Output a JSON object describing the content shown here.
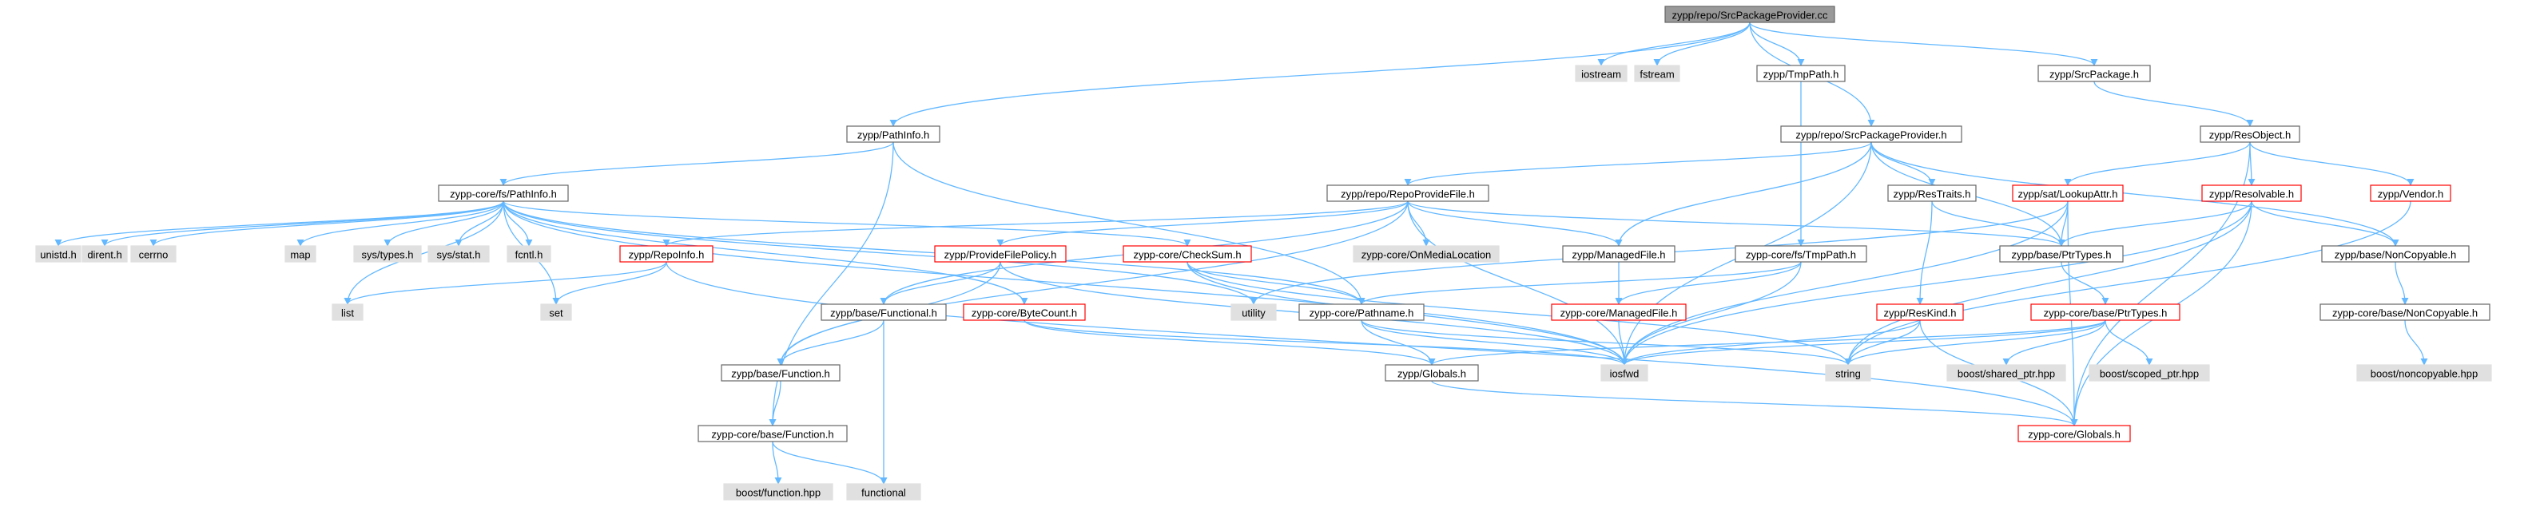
{
  "colors": {
    "edge": "#63b8ff",
    "root_fill": "#999999",
    "root_stroke": "#666666",
    "normal_fill": "#ffffff",
    "normal_stroke": "#666666",
    "external_fill": "#e0e0e0",
    "external_stroke": "#e0e0e0",
    "truncated_stroke": "#ff0000",
    "text": "#000000"
  },
  "nodes": [
    {
      "id": "root",
      "label": "zypp/repo/SrcPackageProvider.cc",
      "kind": "root"
    },
    {
      "id": "iostream",
      "label": "iostream",
      "kind": "external"
    },
    {
      "id": "fstream",
      "label": "fstream",
      "kind": "external"
    },
    {
      "id": "tmppath",
      "label": "zypp/TmpPath.h",
      "kind": "normal"
    },
    {
      "id": "srcpackage",
      "label": "zypp/SrcPackage.h",
      "kind": "normal"
    },
    {
      "id": "pathinfo",
      "label": "zypp/PathInfo.h",
      "kind": "normal"
    },
    {
      "id": "srcpackageprovider_h",
      "label": "zypp/repo/SrcPackageProvider.h",
      "kind": "normal"
    },
    {
      "id": "resobject",
      "label": "zypp/ResObject.h",
      "kind": "normal"
    },
    {
      "id": "fs_pathinfo",
      "label": "zypp-core/fs/PathInfo.h",
      "kind": "normal"
    },
    {
      "id": "repoprovidefile",
      "label": "zypp/repo/RepoProvideFile.h",
      "kind": "normal"
    },
    {
      "id": "restraits",
      "label": "zypp/ResTraits.h",
      "kind": "normal"
    },
    {
      "id": "lookupattr",
      "label": "zypp/sat/LookupAttr.h",
      "kind": "truncated"
    },
    {
      "id": "resolvable",
      "label": "zypp/Resolvable.h",
      "kind": "truncated"
    },
    {
      "id": "vendor",
      "label": "zypp/Vendor.h",
      "kind": "truncated"
    },
    {
      "id": "unistd",
      "label": "unistd.h",
      "kind": "external"
    },
    {
      "id": "dirent",
      "label": "dirent.h",
      "kind": "external"
    },
    {
      "id": "cerrno",
      "label": "cerrno",
      "kind": "external"
    },
    {
      "id": "map",
      "label": "map",
      "kind": "external"
    },
    {
      "id": "systypes",
      "label": "sys/types.h",
      "kind": "external"
    },
    {
      "id": "sysstat",
      "label": "sys/stat.h",
      "kind": "external"
    },
    {
      "id": "fcntl",
      "label": "fcntl.h",
      "kind": "external"
    },
    {
      "id": "repoinfo",
      "label": "zypp/RepoInfo.h",
      "kind": "truncated"
    },
    {
      "id": "providefilepolicy",
      "label": "zypp/ProvideFilePolicy.h",
      "kind": "truncated"
    },
    {
      "id": "checksum",
      "label": "zypp-core/CheckSum.h",
      "kind": "truncated"
    },
    {
      "id": "onmedialocation",
      "label": "zypp-core/OnMediaLocation",
      "kind": "external"
    },
    {
      "id": "managedfile",
      "label": "zypp/ManagedFile.h",
      "kind": "normal"
    },
    {
      "id": "fs_tmppath",
      "label": "zypp-core/fs/TmpPath.h",
      "kind": "normal"
    },
    {
      "id": "base_ptrtypes",
      "label": "zypp/base/PtrTypes.h",
      "kind": "normal"
    },
    {
      "id": "base_noncopyable",
      "label": "zypp/base/NonCopyable.h",
      "kind": "normal"
    },
    {
      "id": "list",
      "label": "list",
      "kind": "external"
    },
    {
      "id": "set",
      "label": "set",
      "kind": "external"
    },
    {
      "id": "utility",
      "label": "utility",
      "kind": "external"
    },
    {
      "id": "base_functional",
      "label": "zypp/base/Functional.h",
      "kind": "normal"
    },
    {
      "id": "bytecount",
      "label": "zypp-core/ByteCount.h",
      "kind": "truncated"
    },
    {
      "id": "core_pathname",
      "label": "zypp-core/Pathname.h",
      "kind": "normal"
    },
    {
      "id": "core_managedfile",
      "label": "zypp-core/ManagedFile.h",
      "kind": "truncated"
    },
    {
      "id": "reskind",
      "label": "zypp/ResKind.h",
      "kind": "truncated"
    },
    {
      "id": "core_base_ptrtypes",
      "label": "zypp-core/base/PtrTypes.h",
      "kind": "truncated"
    },
    {
      "id": "core_base_noncopyable",
      "label": "zypp-core/base/NonCopyable.h",
      "kind": "normal"
    },
    {
      "id": "base_function",
      "label": "zypp/base/Function.h",
      "kind": "normal"
    },
    {
      "id": "globals_h",
      "label": "zypp/Globals.h",
      "kind": "normal"
    },
    {
      "id": "iosfwd",
      "label": "iosfwd",
      "kind": "external"
    },
    {
      "id": "string",
      "label": "string",
      "kind": "external"
    },
    {
      "id": "shared_ptr",
      "label": "boost/shared_ptr.hpp",
      "kind": "external"
    },
    {
      "id": "scoped_ptr",
      "label": "boost/scoped_ptr.hpp",
      "kind": "external"
    },
    {
      "id": "boost_noncopyable",
      "label": "boost/noncopyable.hpp",
      "kind": "external"
    },
    {
      "id": "core_base_function",
      "label": "zypp-core/base/Function.h",
      "kind": "normal"
    },
    {
      "id": "core_globals",
      "label": "zypp-core/Globals.h",
      "kind": "truncated"
    },
    {
      "id": "boost_function",
      "label": "boost/function.hpp",
      "kind": "external"
    },
    {
      "id": "functional",
      "label": "functional",
      "kind": "external"
    }
  ],
  "edges": [
    [
      "root",
      "iostream"
    ],
    [
      "root",
      "fstream"
    ],
    [
      "root",
      "tmppath"
    ],
    [
      "root",
      "srcpackage"
    ],
    [
      "root",
      "pathinfo"
    ],
    [
      "root",
      "srcpackageprovider_h"
    ],
    [
      "tmppath",
      "fs_tmppath"
    ],
    [
      "srcpackage",
      "resobject"
    ],
    [
      "pathinfo",
      "fs_pathinfo"
    ],
    [
      "pathinfo",
      "core_pathname"
    ],
    [
      "pathinfo",
      "core_base_function"
    ],
    [
      "srcpackageprovider_h",
      "repoprovidefile"
    ],
    [
      "srcpackageprovider_h",
      "restraits"
    ],
    [
      "srcpackageprovider_h",
      "managedfile"
    ],
    [
      "srcpackageprovider_h",
      "base_ptrtypes"
    ],
    [
      "srcpackageprovider_h",
      "base_noncopyable"
    ],
    [
      "srcpackageprovider_h",
      "iosfwd"
    ],
    [
      "resobject",
      "lookupattr"
    ],
    [
      "resobject",
      "resolvable"
    ],
    [
      "resobject",
      "vendor"
    ],
    [
      "resobject",
      "core_globals"
    ],
    [
      "fs_pathinfo",
      "unistd"
    ],
    [
      "fs_pathinfo",
      "dirent"
    ],
    [
      "fs_pathinfo",
      "cerrno"
    ],
    [
      "fs_pathinfo",
      "map"
    ],
    [
      "fs_pathinfo",
      "systypes"
    ],
    [
      "fs_pathinfo",
      "sysstat"
    ],
    [
      "fs_pathinfo",
      "fcntl"
    ],
    [
      "fs_pathinfo",
      "list"
    ],
    [
      "fs_pathinfo",
      "set"
    ],
    [
      "fs_pathinfo",
      "utility"
    ],
    [
      "fs_pathinfo",
      "checksum"
    ],
    [
      "fs_pathinfo",
      "bytecount"
    ],
    [
      "fs_pathinfo",
      "core_pathname"
    ],
    [
      "fs_pathinfo",
      "iosfwd"
    ],
    [
      "repoprovidefile",
      "repoinfo"
    ],
    [
      "repoprovidefile",
      "providefilepolicy"
    ],
    [
      "repoprovidefile",
      "onmedialocation"
    ],
    [
      "repoprovidefile",
      "managedfile"
    ],
    [
      "repoprovidefile",
      "base_ptrtypes"
    ],
    [
      "repoprovidefile",
      "base_functional"
    ],
    [
      "repoprovidefile",
      "base_function"
    ],
    [
      "repoprovidefile",
      "iosfwd"
    ],
    [
      "restraits",
      "base_ptrtypes"
    ],
    [
      "restraits",
      "reskind"
    ],
    [
      "lookupattr",
      "base_ptrtypes"
    ],
    [
      "lookupattr",
      "utility"
    ],
    [
      "lookupattr",
      "iosfwd"
    ],
    [
      "lookupattr",
      "core_globals"
    ],
    [
      "resolvable",
      "base_ptrtypes"
    ],
    [
      "resolvable",
      "base_noncopyable"
    ],
    [
      "resolvable",
      "string"
    ],
    [
      "resolvable",
      "iosfwd"
    ],
    [
      "resolvable",
      "core_globals"
    ],
    [
      "vendor",
      "string"
    ],
    [
      "repoinfo",
      "list"
    ],
    [
      "repoinfo",
      "set"
    ],
    [
      "repoinfo",
      "core_globals"
    ],
    [
      "providefilepolicy",
      "base_functional"
    ],
    [
      "providefilepolicy",
      "base_function"
    ],
    [
      "providefilepolicy",
      "iosfwd"
    ],
    [
      "checksum",
      "core_pathname"
    ],
    [
      "checksum",
      "iosfwd"
    ],
    [
      "checksum",
      "string"
    ],
    [
      "managedfile",
      "core_managedfile"
    ],
    [
      "fs_tmppath",
      "core_pathname"
    ],
    [
      "fs_tmppath",
      "core_managedfile"
    ],
    [
      "fs_tmppath",
      "iosfwd"
    ],
    [
      "base_ptrtypes",
      "core_base_ptrtypes"
    ],
    [
      "base_noncopyable",
      "core_base_noncopyable"
    ],
    [
      "base_functional",
      "base_function"
    ],
    [
      "base_functional",
      "functional"
    ],
    [
      "bytecount",
      "iosfwd"
    ],
    [
      "bytecount",
      "globals_h"
    ],
    [
      "core_pathname",
      "iosfwd"
    ],
    [
      "core_pathname",
      "string"
    ],
    [
      "core_pathname",
      "globals_h"
    ],
    [
      "core_managedfile",
      "iosfwd"
    ],
    [
      "reskind",
      "string"
    ],
    [
      "reskind",
      "iosfwd"
    ],
    [
      "reskind",
      "core_globals"
    ],
    [
      "core_base_ptrtypes",
      "iosfwd"
    ],
    [
      "core_base_ptrtypes",
      "string"
    ],
    [
      "core_base_ptrtypes",
      "shared_ptr"
    ],
    [
      "core_base_ptrtypes",
      "scoped_ptr"
    ],
    [
      "core_base_ptrtypes",
      "globals_h"
    ],
    [
      "core_base_noncopyable",
      "boost_noncopyable"
    ],
    [
      "base_function",
      "core_base_function"
    ],
    [
      "globals_h",
      "core_globals"
    ],
    [
      "core_base_function",
      "boost_function"
    ],
    [
      "core_base_function",
      "functional"
    ]
  ]
}
